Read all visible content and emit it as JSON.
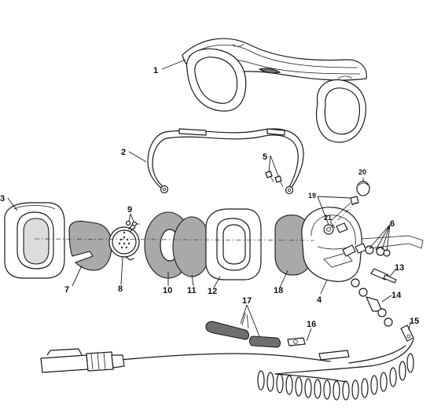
{
  "figure": {
    "callouts": [
      {
        "id": "c1",
        "label": "1"
      },
      {
        "id": "c2",
        "label": "2"
      },
      {
        "id": "c3",
        "label": "3"
      },
      {
        "id": "c4",
        "label": "4"
      },
      {
        "id": "c5",
        "label": "5"
      },
      {
        "id": "c6",
        "label": "6"
      },
      {
        "id": "c7",
        "label": "7"
      },
      {
        "id": "c8",
        "label": "8"
      },
      {
        "id": "c9",
        "label": "9"
      },
      {
        "id": "c10",
        "label": "10"
      },
      {
        "id": "c11",
        "label": "11"
      },
      {
        "id": "c12",
        "label": "12"
      },
      {
        "id": "c13",
        "label": "13"
      },
      {
        "id": "c14",
        "label": "14"
      },
      {
        "id": "c15",
        "label": "15"
      },
      {
        "id": "c16",
        "label": "16"
      },
      {
        "id": "c17",
        "label": "17"
      },
      {
        "id": "c18",
        "label": "18"
      },
      {
        "id": "c19",
        "label": "19"
      },
      {
        "id": "c20",
        "label": "20"
      },
      {
        "id": "c21",
        "label": "21"
      }
    ],
    "colors": {
      "line": "#1a1a1a",
      "shade": "#a9a9a9",
      "light_shade": "#dcdcdc",
      "background": "#ffffff"
    }
  }
}
